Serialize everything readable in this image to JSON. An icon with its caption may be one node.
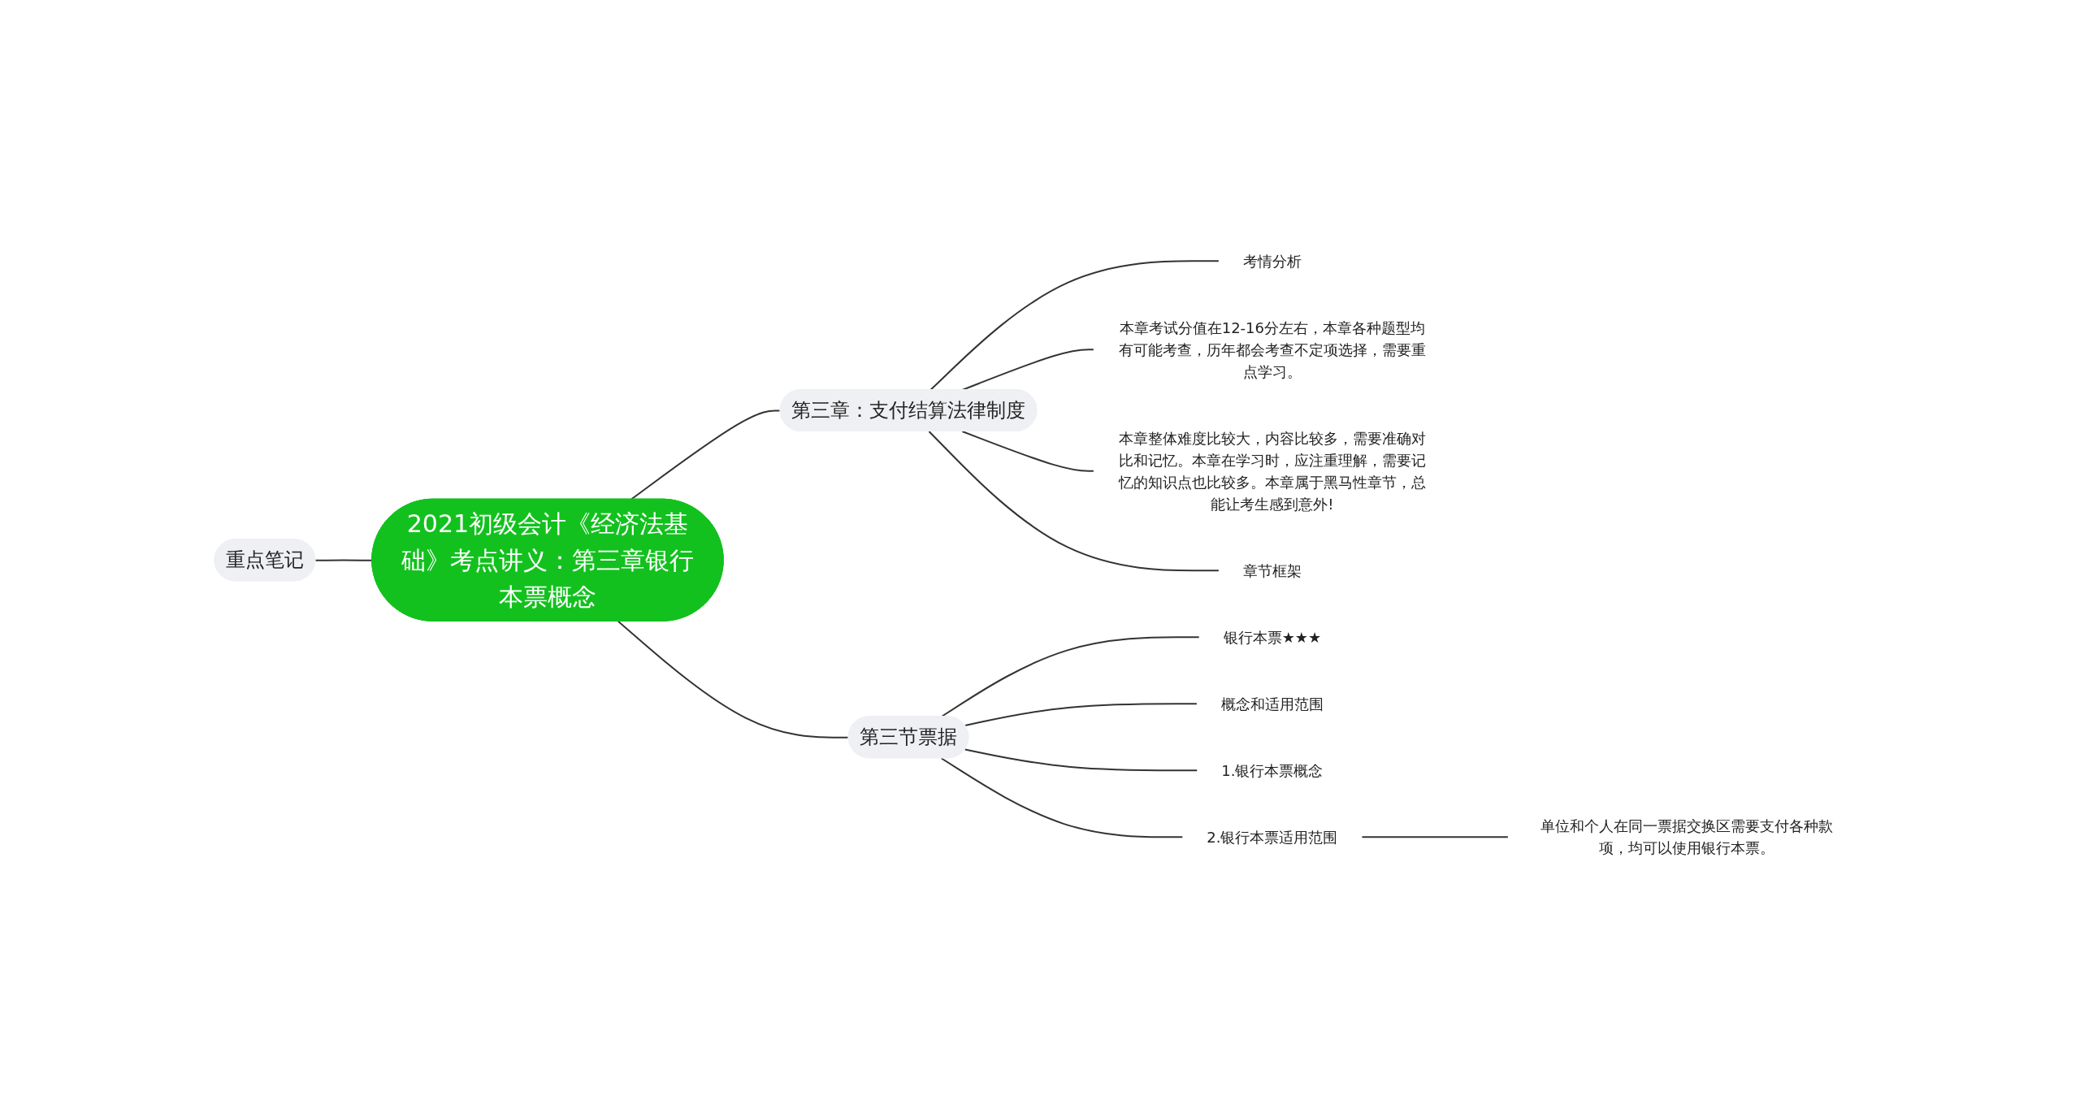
{
  "diagram": {
    "nodes": [
      {
        "text": [
          "2021初级会计《经济法基础》考点讲义：第三章银行本票概念"
        ]
      },
      {
        "text": [
          "重点笔记"
        ]
      },
      {
        "text": [
          "第三章：支付结算法律制度"
        ]
      },
      {
        "text": [
          "考情分析"
        ]
      },
      {
        "text": [
          "本章考试分值在12-16分左右，本章各种题型均有可能考查，历年都会考查不定项选择，需要重点学习。"
        ]
      },
      {
        "text": [
          "本章整体难度比较大，内容比较多，需要准确对比和记忆。本章在学习时，应注重理解，需要记忆的知识点也比较多。本章属于黑马性章节，总能让考生感到意外!"
        ]
      },
      {
        "text": [
          "章节框架"
        ]
      },
      {
        "text": [
          "第三节票据"
        ]
      },
      {
        "text": [
          "银行本票★★★"
        ]
      },
      {
        "text": [
          "概念和适用范围"
        ]
      },
      {
        "text": [
          "1.银行本票概念"
        ]
      },
      {
        "text": [
          "2.银行本票适用范围"
        ]
      },
      {
        "text": [
          "单位和个人在同一票据交换区需要支付各种款项，均可以使用银行本票。"
        ]
      }
    ],
    "edges": [
      {
        "from": 1,
        "to": 0,
        "arrow": "none"
      },
      {
        "from": 0,
        "to": 2,
        "arrow": "none"
      },
      {
        "from": 2,
        "to": 3,
        "arrow": "none"
      },
      {
        "from": 2,
        "to": 4,
        "arrow": "none"
      },
      {
        "from": 2,
        "to": 5,
        "arrow": "none"
      },
      {
        "from": 2,
        "to": 6,
        "arrow": "none"
      },
      {
        "from": 0,
        "to": 7,
        "arrow": "none"
      },
      {
        "from": 7,
        "to": 8,
        "arrow": "none"
      },
      {
        "from": 7,
        "to": 9,
        "arrow": "none"
      },
      {
        "from": 7,
        "to": 10,
        "arrow": "none"
      },
      {
        "from": 7,
        "to": 11,
        "arrow": "none"
      },
      {
        "from": 11,
        "to": 12,
        "arrow": "none"
      }
    ]
  }
}
